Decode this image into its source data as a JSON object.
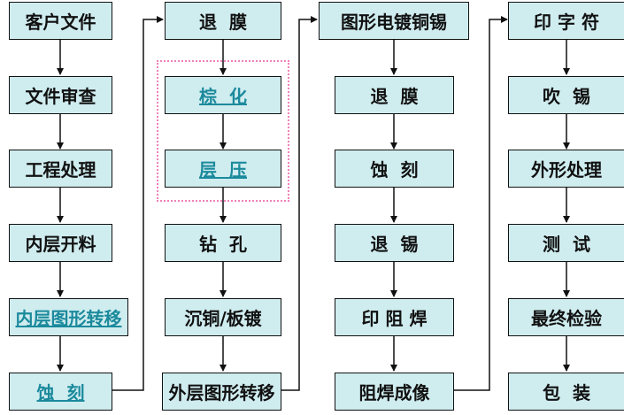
{
  "colors": {
    "box_fill": "#cfecef",
    "link_text": "#1b8a9c",
    "highlight_border": "#f080b8"
  },
  "columns": [
    {
      "steps": [
        {
          "label": "客户文件"
        },
        {
          "label": "文件审查"
        },
        {
          "label": "工程处理"
        },
        {
          "label": "内层开料"
        },
        {
          "label": "内层图形转移",
          "link": true
        },
        {
          "label": "蚀  刻",
          "link": true
        }
      ]
    },
    {
      "steps": [
        {
          "label": "退  膜"
        },
        {
          "label": "棕  化",
          "link": true
        },
        {
          "label": "层  压",
          "link": true
        },
        {
          "label": "钻  孔"
        },
        {
          "label": "沉铜/板镀"
        },
        {
          "label": "外层图形转移"
        }
      ]
    },
    {
      "steps": [
        {
          "label": "图形电镀铜锡"
        },
        {
          "label": "退  膜"
        },
        {
          "label": "蚀  刻"
        },
        {
          "label": "退  锡"
        },
        {
          "label": "印 阻 焊"
        },
        {
          "label": "阻焊成像"
        }
      ]
    },
    {
      "steps": [
        {
          "label": "印 字 符"
        },
        {
          "label": "吹  锡"
        },
        {
          "label": "外形处理"
        },
        {
          "label": "测  试"
        },
        {
          "label": "最终检验"
        },
        {
          "label": "包  装"
        }
      ]
    }
  ]
}
